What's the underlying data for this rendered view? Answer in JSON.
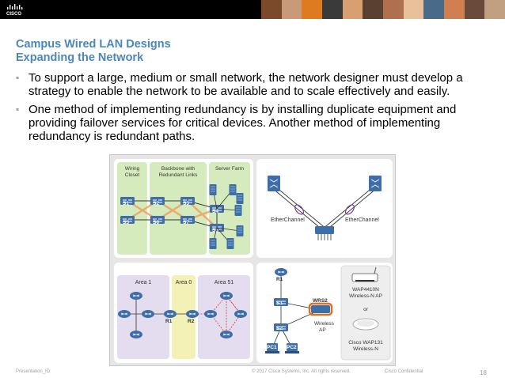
{
  "header": {
    "logo_text": "CISCO",
    "photo_colors": [
      "#7a4a2a",
      "#c89a7a",
      "#e07a20",
      "#3a3a3a",
      "#d8a070",
      "#5a4030",
      "#b07050",
      "#e8c09a",
      "#4a6a8a",
      "#d08050",
      "#6a4a3a",
      "#c0a080"
    ]
  },
  "title": {
    "line1": "Campus Wired LAN Designs",
    "line2": "Expanding the Network"
  },
  "bullets": [
    "To support a large, medium or small network, the network designer must develop a strategy to enable the network to be available and to scale effectively and easily.",
    "One method of implementing redundancy is by installing duplicate equipment and providing failover services for critical devices. Another method of implementing redundancy is redundant paths."
  ],
  "figure": {
    "panel1": {
      "zones": [
        "Wiring Closet",
        "Backbone with Redundant Links",
        "Server Farm"
      ],
      "switches": [
        "S1",
        "S2",
        "S3",
        "S4",
        "S5",
        "S6",
        "S7",
        "S8"
      ]
    },
    "panel2": {
      "labels": [
        "EtherChannel",
        "EtherChannel"
      ]
    },
    "panel3": {
      "areas": [
        "Area 1",
        "Area 0",
        "Area 51"
      ],
      "routers": [
        "R1",
        "R2"
      ]
    },
    "panel4": {
      "devices": [
        "R1",
        "S1",
        "S2",
        "WRS2",
        "PC1",
        "PC2"
      ],
      "wireless_label": "Wireless AP",
      "ap1": "WAP4410N Wireless-N AP",
      "or": "or",
      "ap2": "Cisco WAP131 Wireless-N"
    }
  },
  "footer": {
    "left": "Presentation_ID",
    "center": "© 2017 Cisco Systems, Inc. All rights reserved.",
    "right": "Cisco Confidential",
    "page": "18"
  },
  "colors": {
    "title": "#4b87b8",
    "device_blue": "#3d6ea8",
    "zone_green": "#d6ebbd",
    "area_purple": "#e4dcef",
    "area_yellow": "#f3f1b6",
    "link_red": "#e53b2c",
    "link_orange": "#f0a060"
  }
}
